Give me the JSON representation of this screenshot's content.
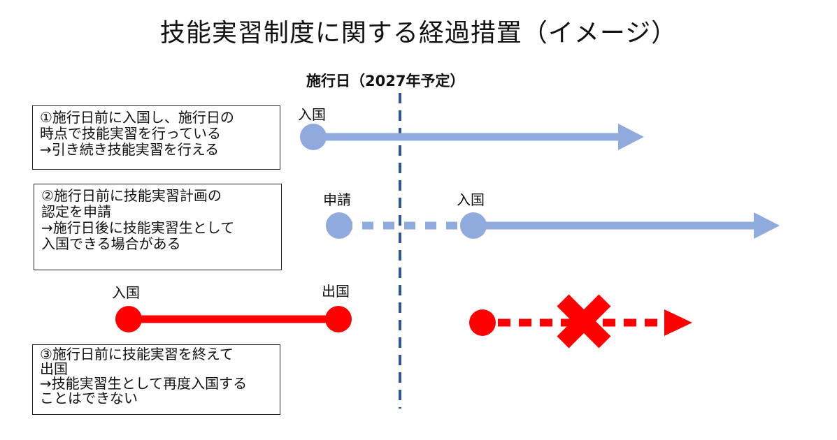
{
  "title": "技能実習制度に関する経過措置（イメージ）",
  "enforcement_label": "施行日（2027年予定）",
  "cases": [
    {
      "lines": [
        "①施行日前に入国し、施行日の",
        "時点で技能実習を行っている",
        "→引き続き技能実習を行える"
      ],
      "labels": {
        "entry": "入国"
      }
    },
    {
      "lines": [
        "②施行日前に技能実習計画の",
        "認定を申請",
        "→施行日後に技能実習生として",
        "入国できる場合がある"
      ],
      "labels": {
        "apply": "申請",
        "entry": "入国"
      }
    },
    {
      "lines": [
        "③施行日前に技能実習を終えて",
        "出国",
        "→技能実習生として再度入国する",
        "ことはできない"
      ],
      "labels": {
        "entry": "入国",
        "exit": "出国"
      }
    }
  ],
  "colors": {
    "allowed": "#8faadc",
    "denied": "#ff0000",
    "enforcement_line": "#2f5597"
  }
}
